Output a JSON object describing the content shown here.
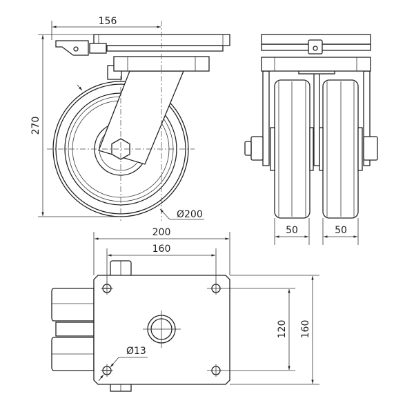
{
  "title": "Twin-wheel swivel castor technical drawing",
  "dimensions": {
    "side_offset": "156",
    "overall_height": "270",
    "wheel_diameter": "Ø200",
    "wheel_width_left": "50",
    "wheel_width_right": "50",
    "plate_length": "200",
    "hole_spacing_length": "160",
    "hole_spacing_width": "120",
    "plate_width": "160",
    "hole_diameter": "Ø13"
  },
  "colors": {
    "line": "#222222",
    "background": "#ffffff"
  }
}
